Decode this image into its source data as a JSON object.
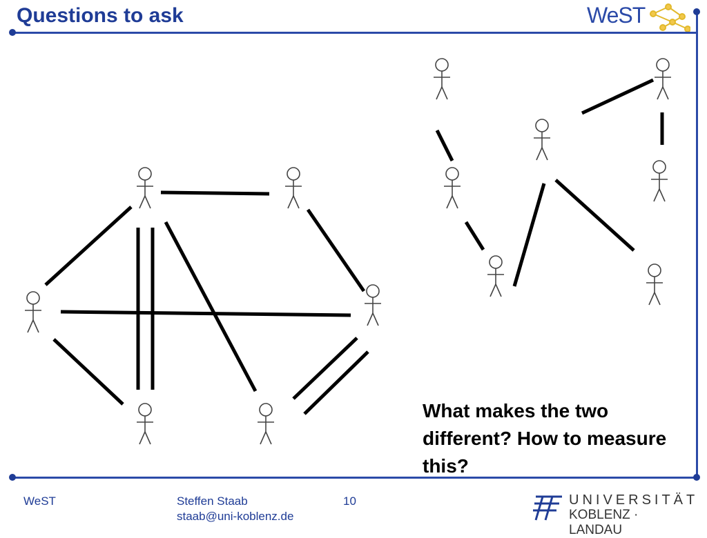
{
  "header": {
    "title": "Questions to ask",
    "logo": "WeST"
  },
  "question": "What makes the two different? How to measure this?",
  "footer": {
    "org": "WeST",
    "author": "Steffen Staab",
    "email": "staab@uni-koblenz.de",
    "page": "10"
  },
  "university_logo": {
    "line1": "UNIVERSITÄT",
    "line2": "KOBLENZ · LANDAU"
  },
  "colors": {
    "brand": "#1f3c96",
    "rule": "#2b4aa8",
    "edge": "#000000"
  },
  "icons": [
    "stick-figure-icon",
    "west-logo-icon",
    "university-logo-icon"
  ]
}
